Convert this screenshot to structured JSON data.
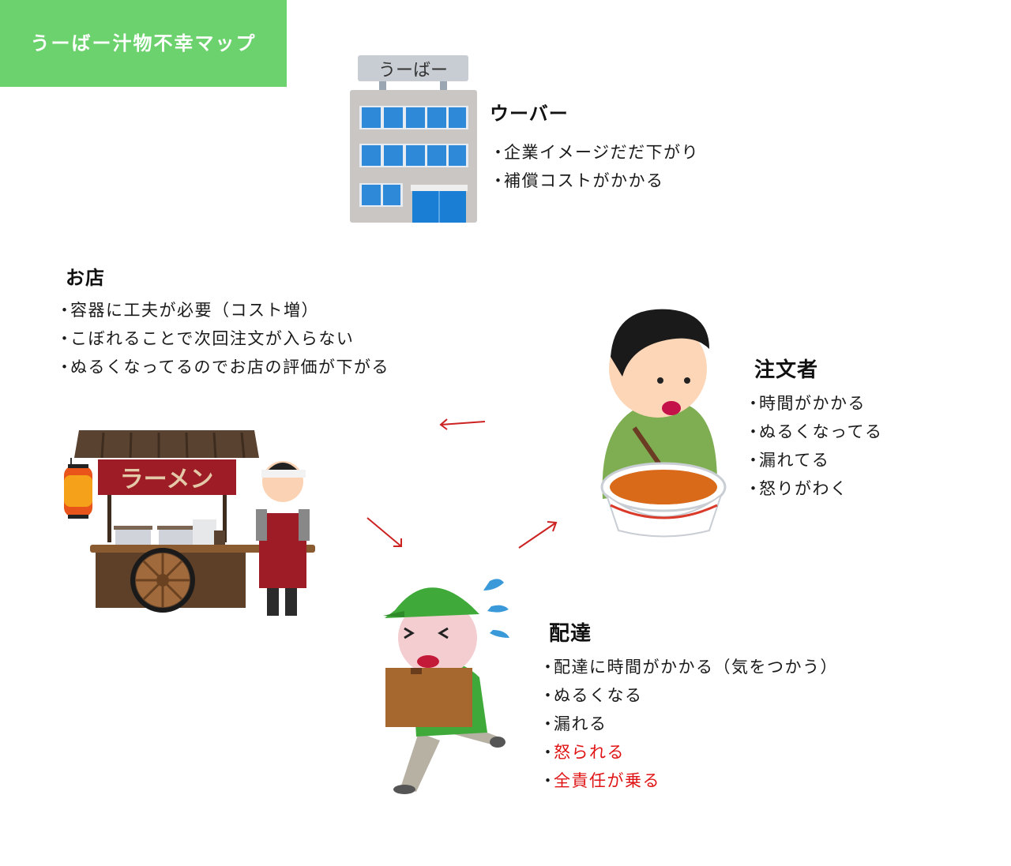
{
  "title": "うーばー汁物不幸マップ",
  "building_sign": "うーばー",
  "stall_banner": "ラーメン",
  "colors": {
    "title_bg": "#6cd26e",
    "arrow": "#cc2222",
    "highlight_text": "#e01414"
  },
  "uber": {
    "heading": "ウーバー",
    "items": [
      {
        "text": "企業イメージだだ下がり"
      },
      {
        "text": "補償コストがかかる"
      }
    ]
  },
  "shop": {
    "heading": "お店",
    "items": [
      {
        "text": "容器に工夫が必要（コスト増）"
      },
      {
        "text": "こぼれることで次回注文が入らない"
      },
      {
        "text": "ぬるくなってるのでお店の評価が下がる"
      }
    ]
  },
  "customer": {
    "heading": "注文者",
    "items": [
      {
        "text": "時間がかかる"
      },
      {
        "text": "ぬるくなってる"
      },
      {
        "text": "漏れてる"
      },
      {
        "text": "怒りがわく"
      }
    ]
  },
  "delivery": {
    "heading": "配達",
    "items": [
      {
        "text": "配達に時間がかかる（気をつかう）",
        "highlight": false
      },
      {
        "text": "ぬるくなる",
        "highlight": false
      },
      {
        "text": "漏れる",
        "highlight": false
      },
      {
        "text": "怒られる",
        "highlight": true
      },
      {
        "text": "全責任が乗る",
        "highlight": true
      }
    ]
  },
  "bullet": "・",
  "arrows": [
    {
      "from": "customer",
      "to": "shop"
    },
    {
      "from": "shop",
      "to": "delivery"
    },
    {
      "from": "delivery",
      "to": "customer"
    }
  ]
}
